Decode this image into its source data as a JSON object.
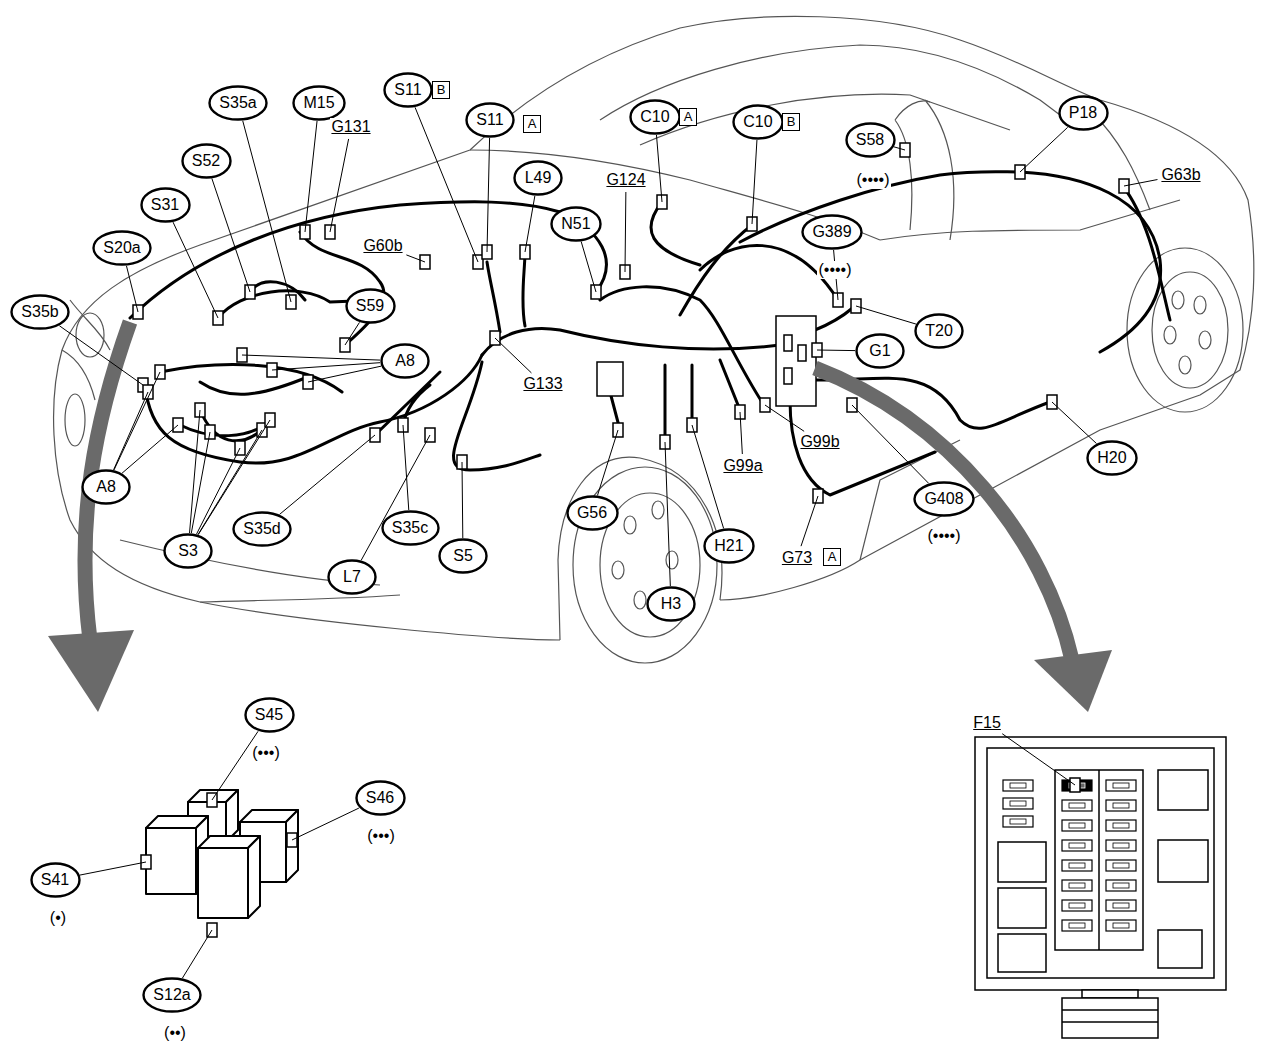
{
  "diagram": {
    "nodes": [
      {
        "text": [
          "S11"
        ]
      },
      {
        "text": [
          "B"
        ]
      },
      {
        "text": [
          "S11"
        ]
      },
      {
        "text": [
          "A"
        ]
      },
      {
        "text": [
          "C10"
        ]
      },
      {
        "text": [
          "A"
        ]
      },
      {
        "text": [
          "C10"
        ]
      },
      {
        "text": [
          "B"
        ]
      },
      {
        "text": [
          "P18"
        ]
      },
      {
        "text": [
          "S58"
        ]
      },
      {
        "text": [
          "S35a"
        ]
      },
      {
        "text": [
          "M15"
        ]
      },
      {
        "text": [
          "L49"
        ]
      },
      {
        "text": [
          "N51"
        ]
      },
      {
        "text": [
          "S52"
        ]
      },
      {
        "text": [
          "S31"
        ]
      },
      {
        "text": [
          "S20a"
        ]
      },
      {
        "text": [
          "G389"
        ]
      },
      {
        "text": [
          "S35b"
        ]
      },
      {
        "text": [
          "S59"
        ]
      },
      {
        "text": [
          "T20"
        ]
      },
      {
        "text": [
          "A8"
        ]
      },
      {
        "text": [
          "G1"
        ]
      },
      {
        "text": [
          "H20"
        ]
      },
      {
        "text": [
          "A8"
        ]
      },
      {
        "text": [
          "G408"
        ]
      },
      {
        "text": [
          "S35d"
        ]
      },
      {
        "text": [
          "S3"
        ]
      },
      {
        "text": [
          "S35c"
        ]
      },
      {
        "text": [
          "S5"
        ]
      },
      {
        "text": [
          "G56"
        ]
      },
      {
        "text": [
          "H21"
        ]
      },
      {
        "text": [
          "A"
        ]
      },
      {
        "text": [
          "L7"
        ]
      },
      {
        "text": [
          "H3"
        ]
      },
      {
        "text": [
          "S45"
        ]
      },
      {
        "text": [
          "S46"
        ]
      },
      {
        "text": [
          "S41"
        ]
      },
      {
        "text": [
          "S12a"
        ]
      }
    ],
    "labels": [
      "G131",
      "G124",
      "G60b",
      "(••••)",
      "(••••)",
      "G63b",
      "G133",
      "G99b",
      "G99a",
      "(••••)",
      "G73",
      "(•••)",
      "(•••)",
      "F15",
      "(•)",
      "(••)"
    ]
  }
}
